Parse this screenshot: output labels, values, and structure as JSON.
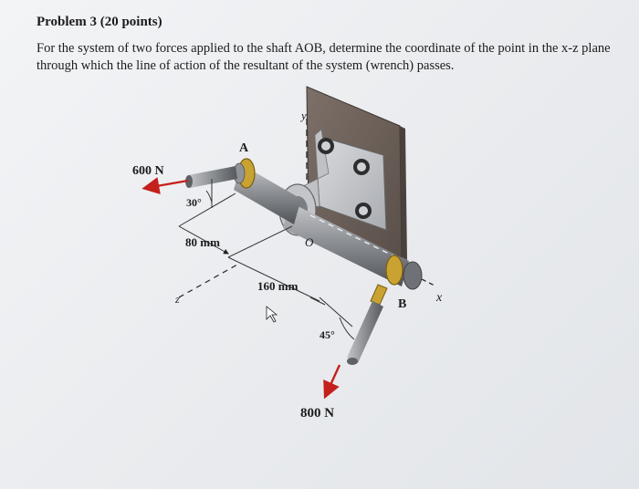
{
  "problem": {
    "title": "Problem 3 (20 points)",
    "text": "For the system of two forces applied to the shaft AOB, determine the coordinate of the point in the x-z plane through which the line of action of the resultant of the system (wrench) passes."
  },
  "figure": {
    "force_a_label": "600 N",
    "force_b_label": "800 N",
    "angle_a_label": "30°",
    "angle_b_label": "45°",
    "dim_a_label": "80 mm",
    "dim_b_label": "160 mm",
    "point_a_label": "A",
    "point_o_label": "O",
    "point_b_label": "B",
    "axis_x_label": "x",
    "axis_y_label": "y",
    "axis_z_label": "z"
  },
  "colors": {
    "force_arrow": "#c4201c",
    "collar": "#c9a232",
    "plate": "#6f625b",
    "shaft": "#8a8d92"
  }
}
